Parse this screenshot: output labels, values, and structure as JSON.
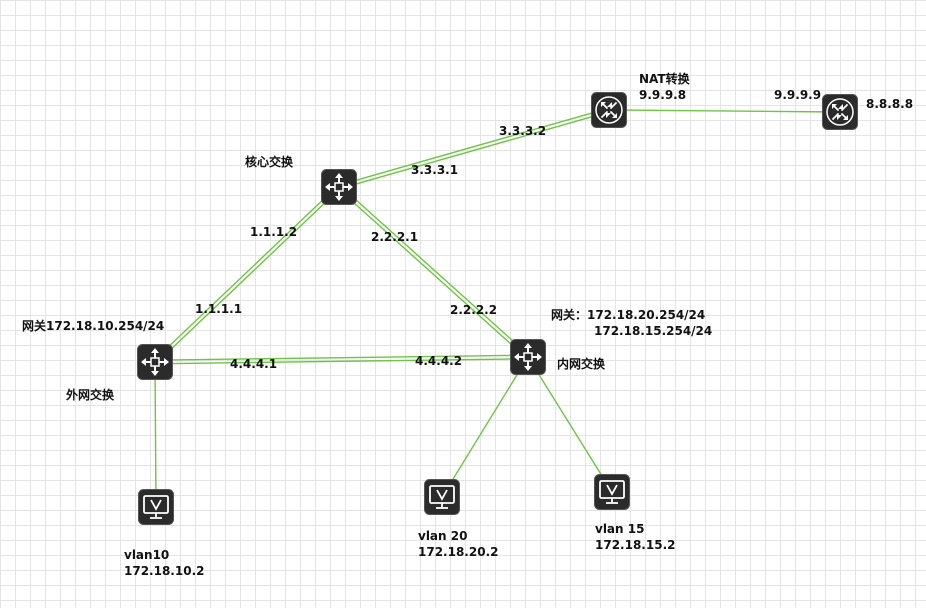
{
  "diagram": {
    "nodes": {
      "core_switch": {
        "label": "核心交换",
        "icon": "l3-switch-icon"
      },
      "nat_router": {
        "label": "NAT转换",
        "ip": "9.9.9.8",
        "icon": "router-icon"
      },
      "isp_router": {
        "label": "8.8.8.8",
        "icon": "router-icon"
      },
      "outer_switch": {
        "label": "外网交换",
        "gateway": "网关172.18.10.254/24",
        "icon": "l3-switch-icon"
      },
      "inner_switch": {
        "label": "内网交换",
        "gateway_line1": "网关：172.18.20.254/24",
        "gateway_line2": "172.18.15.254/24",
        "icon": "l3-switch-icon"
      },
      "pc_vlan10": {
        "vlan": "vlan10",
        "ip": "172.18.10.2",
        "icon": "pc-monitor-icon"
      },
      "pc_vlan20": {
        "vlan": "vlan 20",
        "ip": "172.18.20.2",
        "icon": "pc-monitor-icon"
      },
      "pc_vlan15": {
        "vlan": "vlan 15",
        "ip": "172.18.15.2",
        "icon": "pc-monitor-icon"
      }
    },
    "links": [
      {
        "from": "core_switch",
        "to": "nat_router",
        "from_ip": "3.3.3.1",
        "to_ip": "3.3.3.2",
        "style": "double"
      },
      {
        "from": "nat_router",
        "to": "isp_router",
        "from_ip": "",
        "to_ip": "9.9.9.9",
        "style": "single"
      },
      {
        "from": "core_switch",
        "to": "outer_switch",
        "from_ip": "1.1.1.2",
        "to_ip": "1.1.1.1",
        "style": "double"
      },
      {
        "from": "core_switch",
        "to": "inner_switch",
        "from_ip": "2.2.2.1",
        "to_ip": "2.2.2.2",
        "style": "double"
      },
      {
        "from": "outer_switch",
        "to": "inner_switch",
        "from_ip": "4.4.4.1",
        "to_ip": "4.4.4.2",
        "style": "double"
      },
      {
        "from": "outer_switch",
        "to": "pc_vlan10",
        "style": "single"
      },
      {
        "from": "inner_switch",
        "to": "pc_vlan20",
        "style": "single"
      },
      {
        "from": "inner_switch",
        "to": "pc_vlan15",
        "style": "single"
      }
    ],
    "colors": {
      "link": "#6cc644",
      "device_body": "#2b2b2b",
      "grid": "#e4e4e4"
    }
  }
}
